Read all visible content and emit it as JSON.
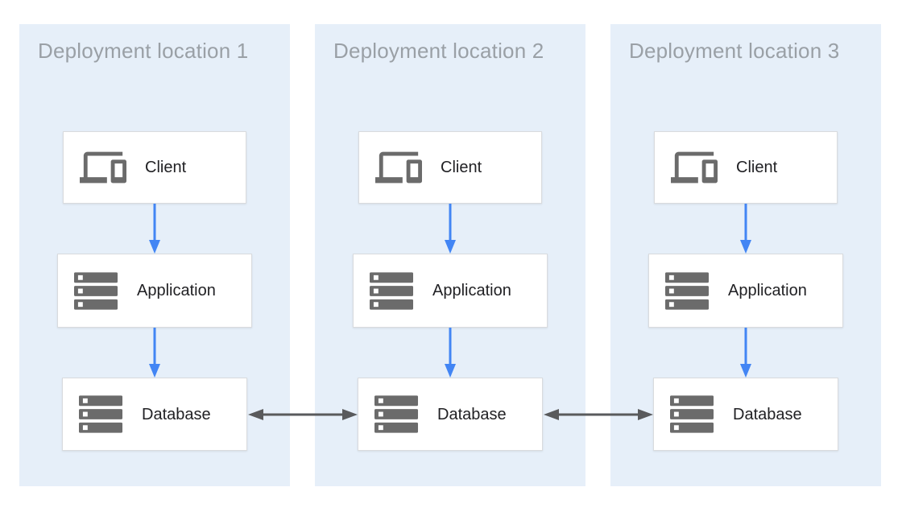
{
  "diagram": {
    "panels": [
      {
        "title": "Deployment location 1",
        "nodes": [
          {
            "label": "Client",
            "icon": "devices-icon"
          },
          {
            "label": "Application",
            "icon": "server-stack-icon"
          },
          {
            "label": "Database",
            "icon": "server-stack-icon"
          }
        ]
      },
      {
        "title": "Deployment location 2",
        "nodes": [
          {
            "label": "Client",
            "icon": "devices-icon"
          },
          {
            "label": "Application",
            "icon": "server-stack-icon"
          },
          {
            "label": "Database",
            "icon": "server-stack-icon"
          }
        ]
      },
      {
        "title": "Deployment location 3",
        "nodes": [
          {
            "label": "Client",
            "icon": "devices-icon"
          },
          {
            "label": "Application",
            "icon": "server-stack-icon"
          },
          {
            "label": "Database",
            "icon": "server-stack-icon"
          }
        ]
      }
    ],
    "flow_arrows": [
      {
        "from": "Client",
        "to": "Application",
        "direction": "down"
      },
      {
        "from": "Application",
        "to": "Database",
        "direction": "down"
      }
    ],
    "replication_arrows": [
      {
        "between": [
          "Database (location 1)",
          "Database (location 2)"
        ],
        "direction": "bidirectional"
      },
      {
        "between": [
          "Database (location 2)",
          "Database (location 3)"
        ],
        "direction": "bidirectional"
      }
    ],
    "colors": {
      "panel-bg": "#E6EFF9",
      "box-bg": "#FFFFFF",
      "box-border": "#D9DBDE",
      "title-text": "#9AA0A6",
      "label-text": "#212124",
      "icon-gray": "#6B6B6B",
      "flow-arrow": "#4285F4",
      "replication-arrow": "#595A5C"
    }
  }
}
